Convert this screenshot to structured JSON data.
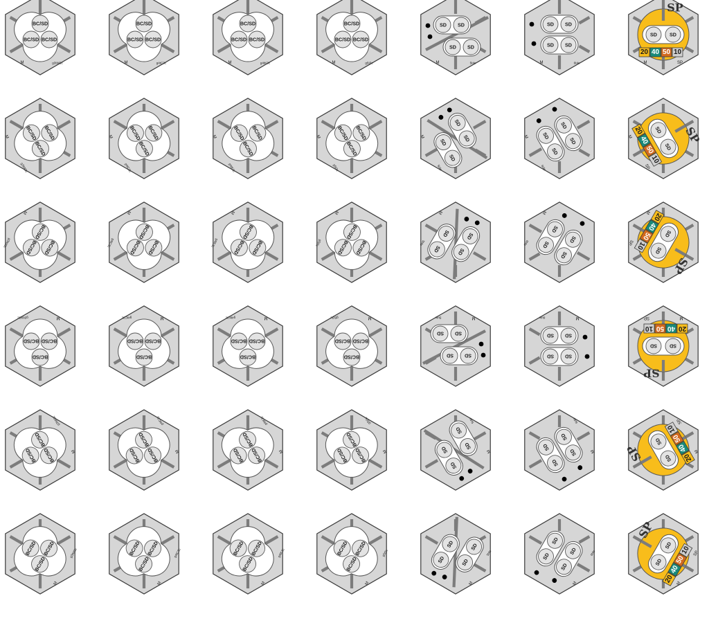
{
  "sheet": {
    "rows": 6,
    "columns": [
      "g3tW3c",
      "g4tC3c",
      "g4tK3c",
      "g5t3c",
      "5t4c",
      "6t4c",
      "SP"
    ]
  },
  "labels": {
    "mine": "M",
    "bcsd": "BC/SD",
    "sd": "SD",
    "sp": "SP"
  },
  "tiles": [
    {
      "code": "g3tW3c",
      "kind": "triangle"
    },
    {
      "code": "g4tC3c",
      "kind": "triangle"
    },
    {
      "code": "g4tK3c",
      "kind": "triangle"
    },
    {
      "code": "g5t3c",
      "kind": "triangle"
    },
    {
      "code": "5t4c",
      "kind": "twoCitiesDiag"
    },
    {
      "code": "6t4c",
      "kind": "twoCitiesStraight"
    },
    {
      "code": "SP",
      "kind": "sp"
    }
  ],
  "sp_values": [
    {
      "value": "20",
      "color": "#f8bd1b",
      "text_color": "#1a1a1a"
    },
    {
      "value": "40",
      "color": "#1a8a7a",
      "text_color": "#ffffff"
    },
    {
      "value": "50",
      "color": "#d2691e",
      "text_color": "#ffffff"
    },
    {
      "value": "10",
      "color": "#d0d0d0",
      "text_color": "#1a1a1a"
    }
  ],
  "colors": {
    "hex_fill": "#d6d6d6",
    "track": "#7c7c7c",
    "sp_yellow": "#f8bd1b"
  }
}
